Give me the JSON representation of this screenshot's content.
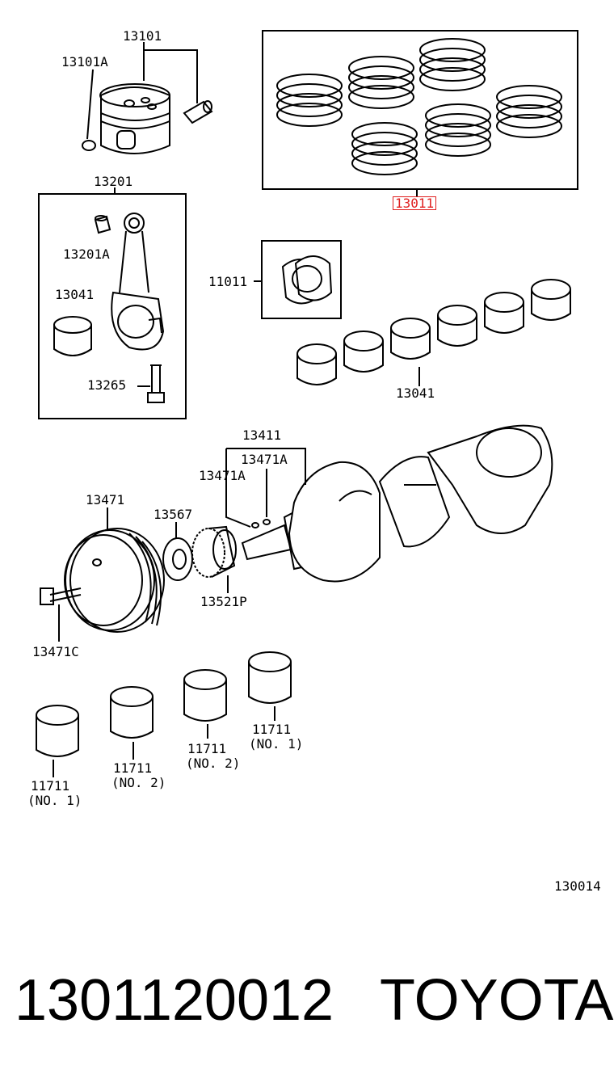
{
  "labels": {
    "piston": "13101",
    "piston_clip": "13101A",
    "piston_ring_set": "13011",
    "conrod": "13201",
    "conrod_bushing": "13201A",
    "conrod_bearing": "13041",
    "conrod_bolt": "13265",
    "crank_bearing_set": "11011",
    "crank_bearing_row": "13041",
    "key_group": "13411",
    "key_a_right": "13471A",
    "key_a_left": "13471A",
    "pulley": "13471",
    "crank_sprocket_washer": "13567",
    "crank_sprocket": "13521P",
    "pulley_bolt": "13471C",
    "thrust_washer_1": "11711",
    "thrust_washer_1_note": "(NO. 1)",
    "thrust_washer_2": "11711",
    "thrust_washer_2_note": "(NO. 2)",
    "thrust_washer_3": "11711",
    "thrust_washer_3_note": "(NO. 2)",
    "thrust_washer_4": "11711",
    "thrust_washer_4_note": "(NO. 1)",
    "diagram_code": "130014"
  },
  "footer": {
    "part_number": "1301120012",
    "brand": "TOYOTA"
  },
  "colors": {
    "highlight": "#e02020",
    "line": "#000000"
  }
}
